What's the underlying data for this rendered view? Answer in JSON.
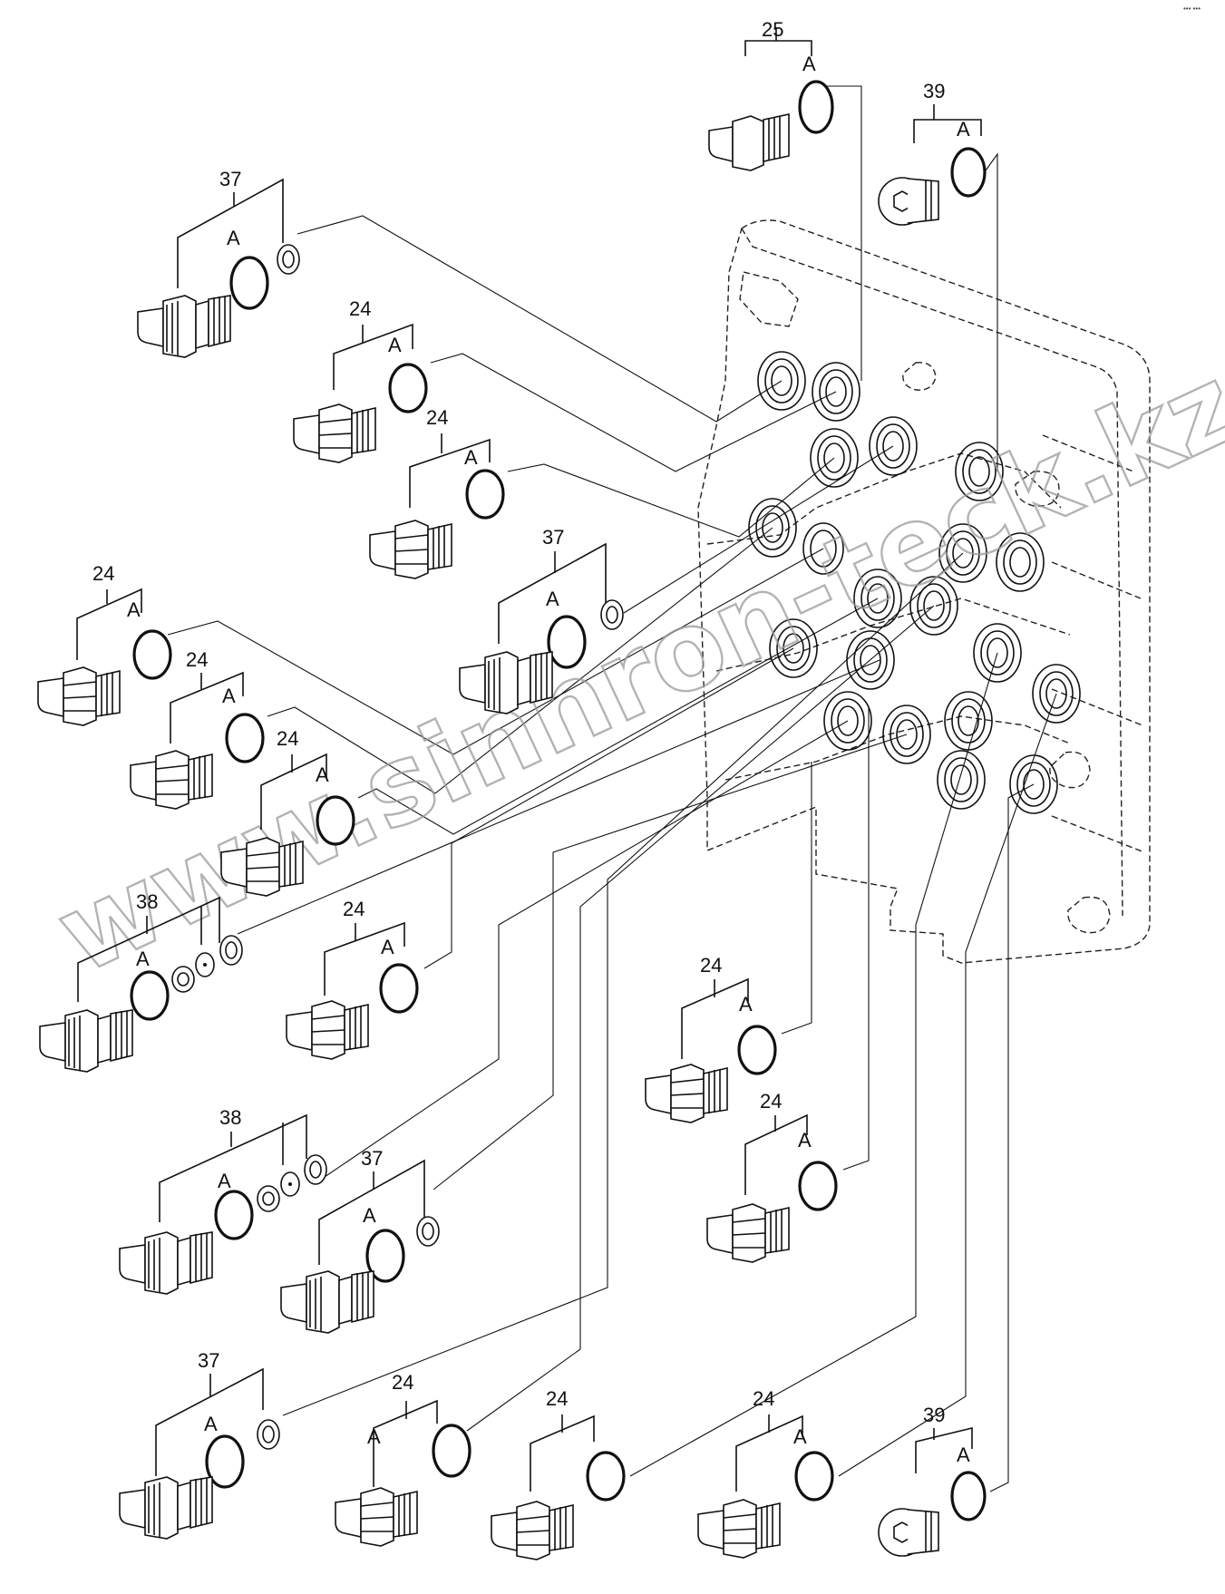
{
  "part_labels": {
    "p1": "25",
    "p2": "39",
    "p3": "37",
    "p4": "24",
    "p5": "24",
    "p6": "37",
    "p7": "24",
    "p8": "24",
    "p9": "24",
    "p10": "38",
    "p11": "24",
    "p12": "24",
    "p13": "24",
    "p14": "38",
    "p15": "37",
    "p16": "37",
    "p17": "24",
    "p18": "24",
    "p19": "24",
    "p20": "39"
  },
  "seal_label": "A",
  "watermark": "www.sinhron-teck.kz",
  "corner_mark": "••• •••"
}
